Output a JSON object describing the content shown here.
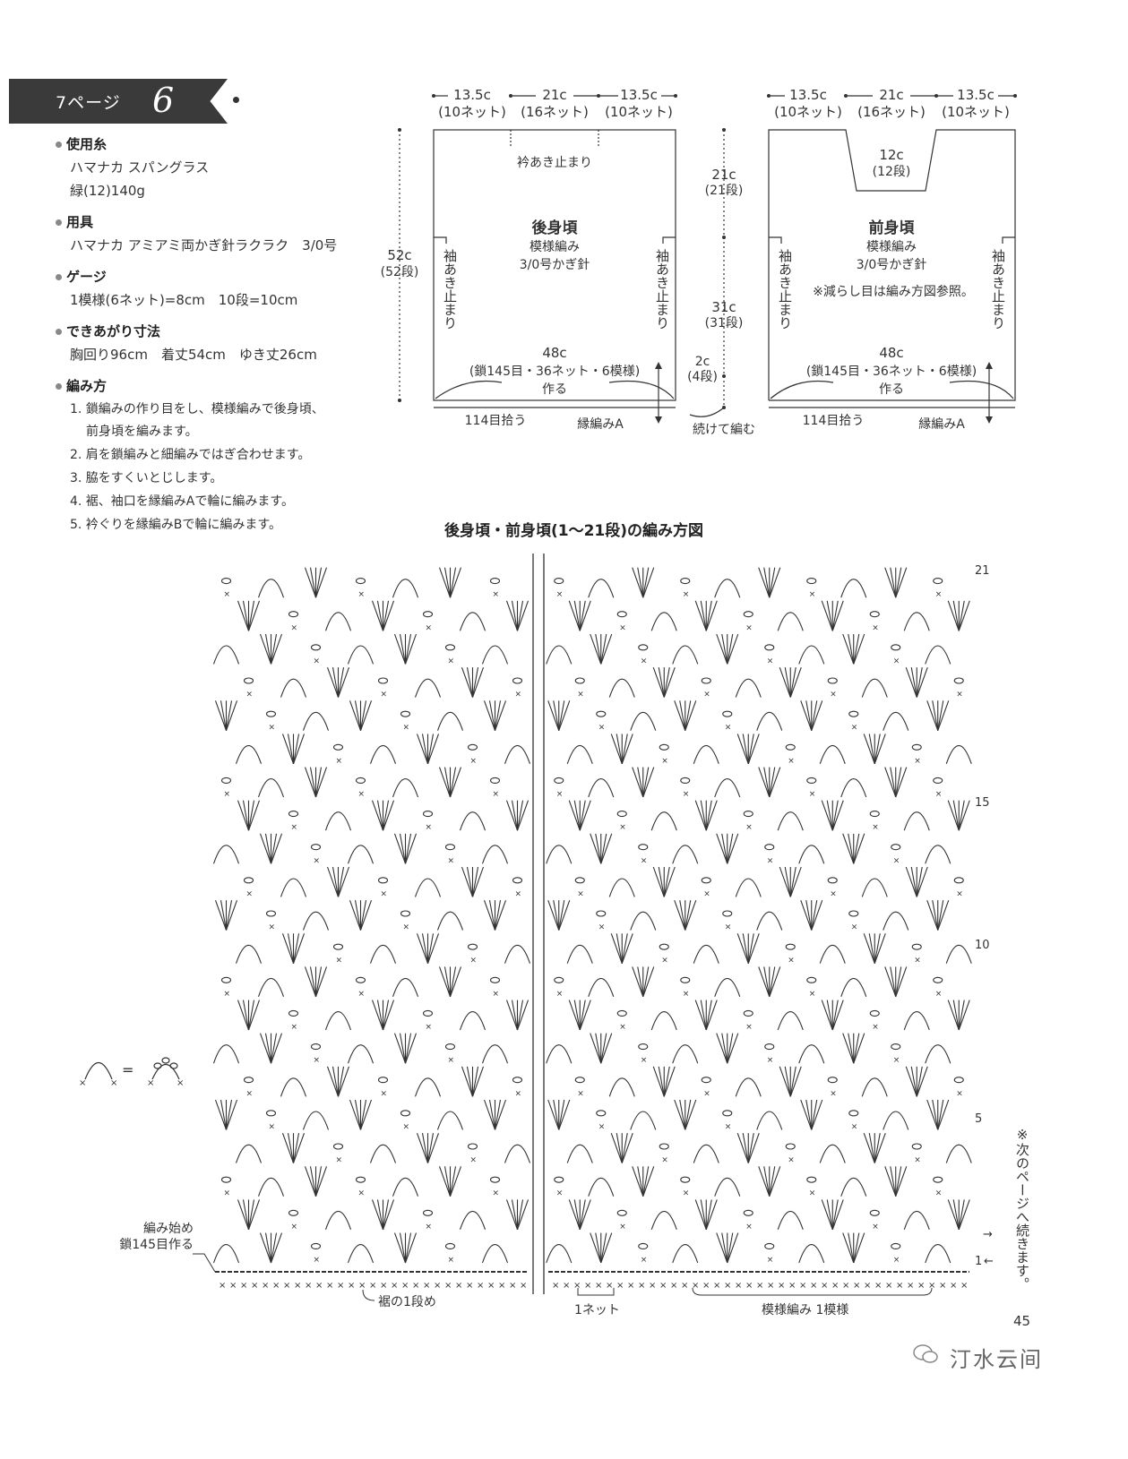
{
  "header": {
    "page_ref": "7ページ",
    "number": "6"
  },
  "materials": {
    "yarn_heading": "使用糸",
    "yarn_line1": "ハマナカ スパングラス",
    "yarn_line2": "緑(12)140g",
    "tools_heading": "用具",
    "tools_line": "ハマナカ アミアミ両かぎ針ラクラク　3/0号",
    "gauge_heading": "ゲージ",
    "gauge_line": "1模様(6ネット)=8cm　10段=10cm",
    "size_heading": "できあがり寸法",
    "size_line": "胸回り96cm　着丈54cm　ゆき丈26cm",
    "method_heading": "編み方",
    "steps": [
      "1. 鎖編みの作り目をし、模様編みで後身頃、",
      "前身頃を編みます。",
      "2. 肩を鎖編みと細編みではぎ合わせます。",
      "3. 脇をすくいとじします。",
      "4. 裾、袖口を縁編みAで輪に編みます。",
      "5. 衿ぐりを縁編みBで輪に編みます。"
    ]
  },
  "schematic": {
    "top_dims": [
      "13.5c",
      "21c",
      "13.5c"
    ],
    "top_nets": [
      "(10ネット)",
      "(16ネット)",
      "(10ネット)"
    ],
    "back": {
      "neck_label": "衿あき止まり",
      "title": "後身頃",
      "pattern": "模様編み",
      "hook": "3/0号かぎ針",
      "sleeve_left": "袖あき止まり",
      "sleeve_right": "袖あき止まり",
      "width": "48c",
      "chain": "(鎖145目・36ネット・6模様)",
      "make": "作る",
      "pickup": "114目拾う",
      "edge": "縁編みA"
    },
    "front": {
      "neck_depth": "12c",
      "neck_rows": "(12段)",
      "title": "前身頃",
      "pattern": "模様編み",
      "hook": "3/0号かぎ針",
      "note": "※減らし目は編み方図参照。",
      "sleeve_left": "袖あき止まり",
      "sleeve_right": "袖あき止まり",
      "width": "48c",
      "chain": "(鎖145目・36ネット・6模様)",
      "make": "作る",
      "pickup": "114目拾う",
      "edge": "縁編みA"
    },
    "total_height": "52c",
    "total_rows": "(52段)",
    "upper_height": "21c",
    "upper_rows": "(21段)",
    "mid_height": "31c",
    "mid_rows": "(31段)",
    "edge_height": "2c",
    "edge_rows": "(4段)",
    "continue": "続けて編む"
  },
  "chart": {
    "title": "後身頃・前身頃(1〜21段)の編み方図",
    "row_labels": [
      "21",
      "15",
      "10",
      "5",
      "1"
    ],
    "start_note1": "編み始め",
    "start_note2": "鎖145目作る",
    "hem_row": "裾の1段め",
    "one_net": "1ネット",
    "one_repeat": "模様編み 1模様",
    "side_note": "※次のページへ続きます。",
    "equals": "="
  },
  "page_number": "45",
  "watermark": "汀水云间"
}
